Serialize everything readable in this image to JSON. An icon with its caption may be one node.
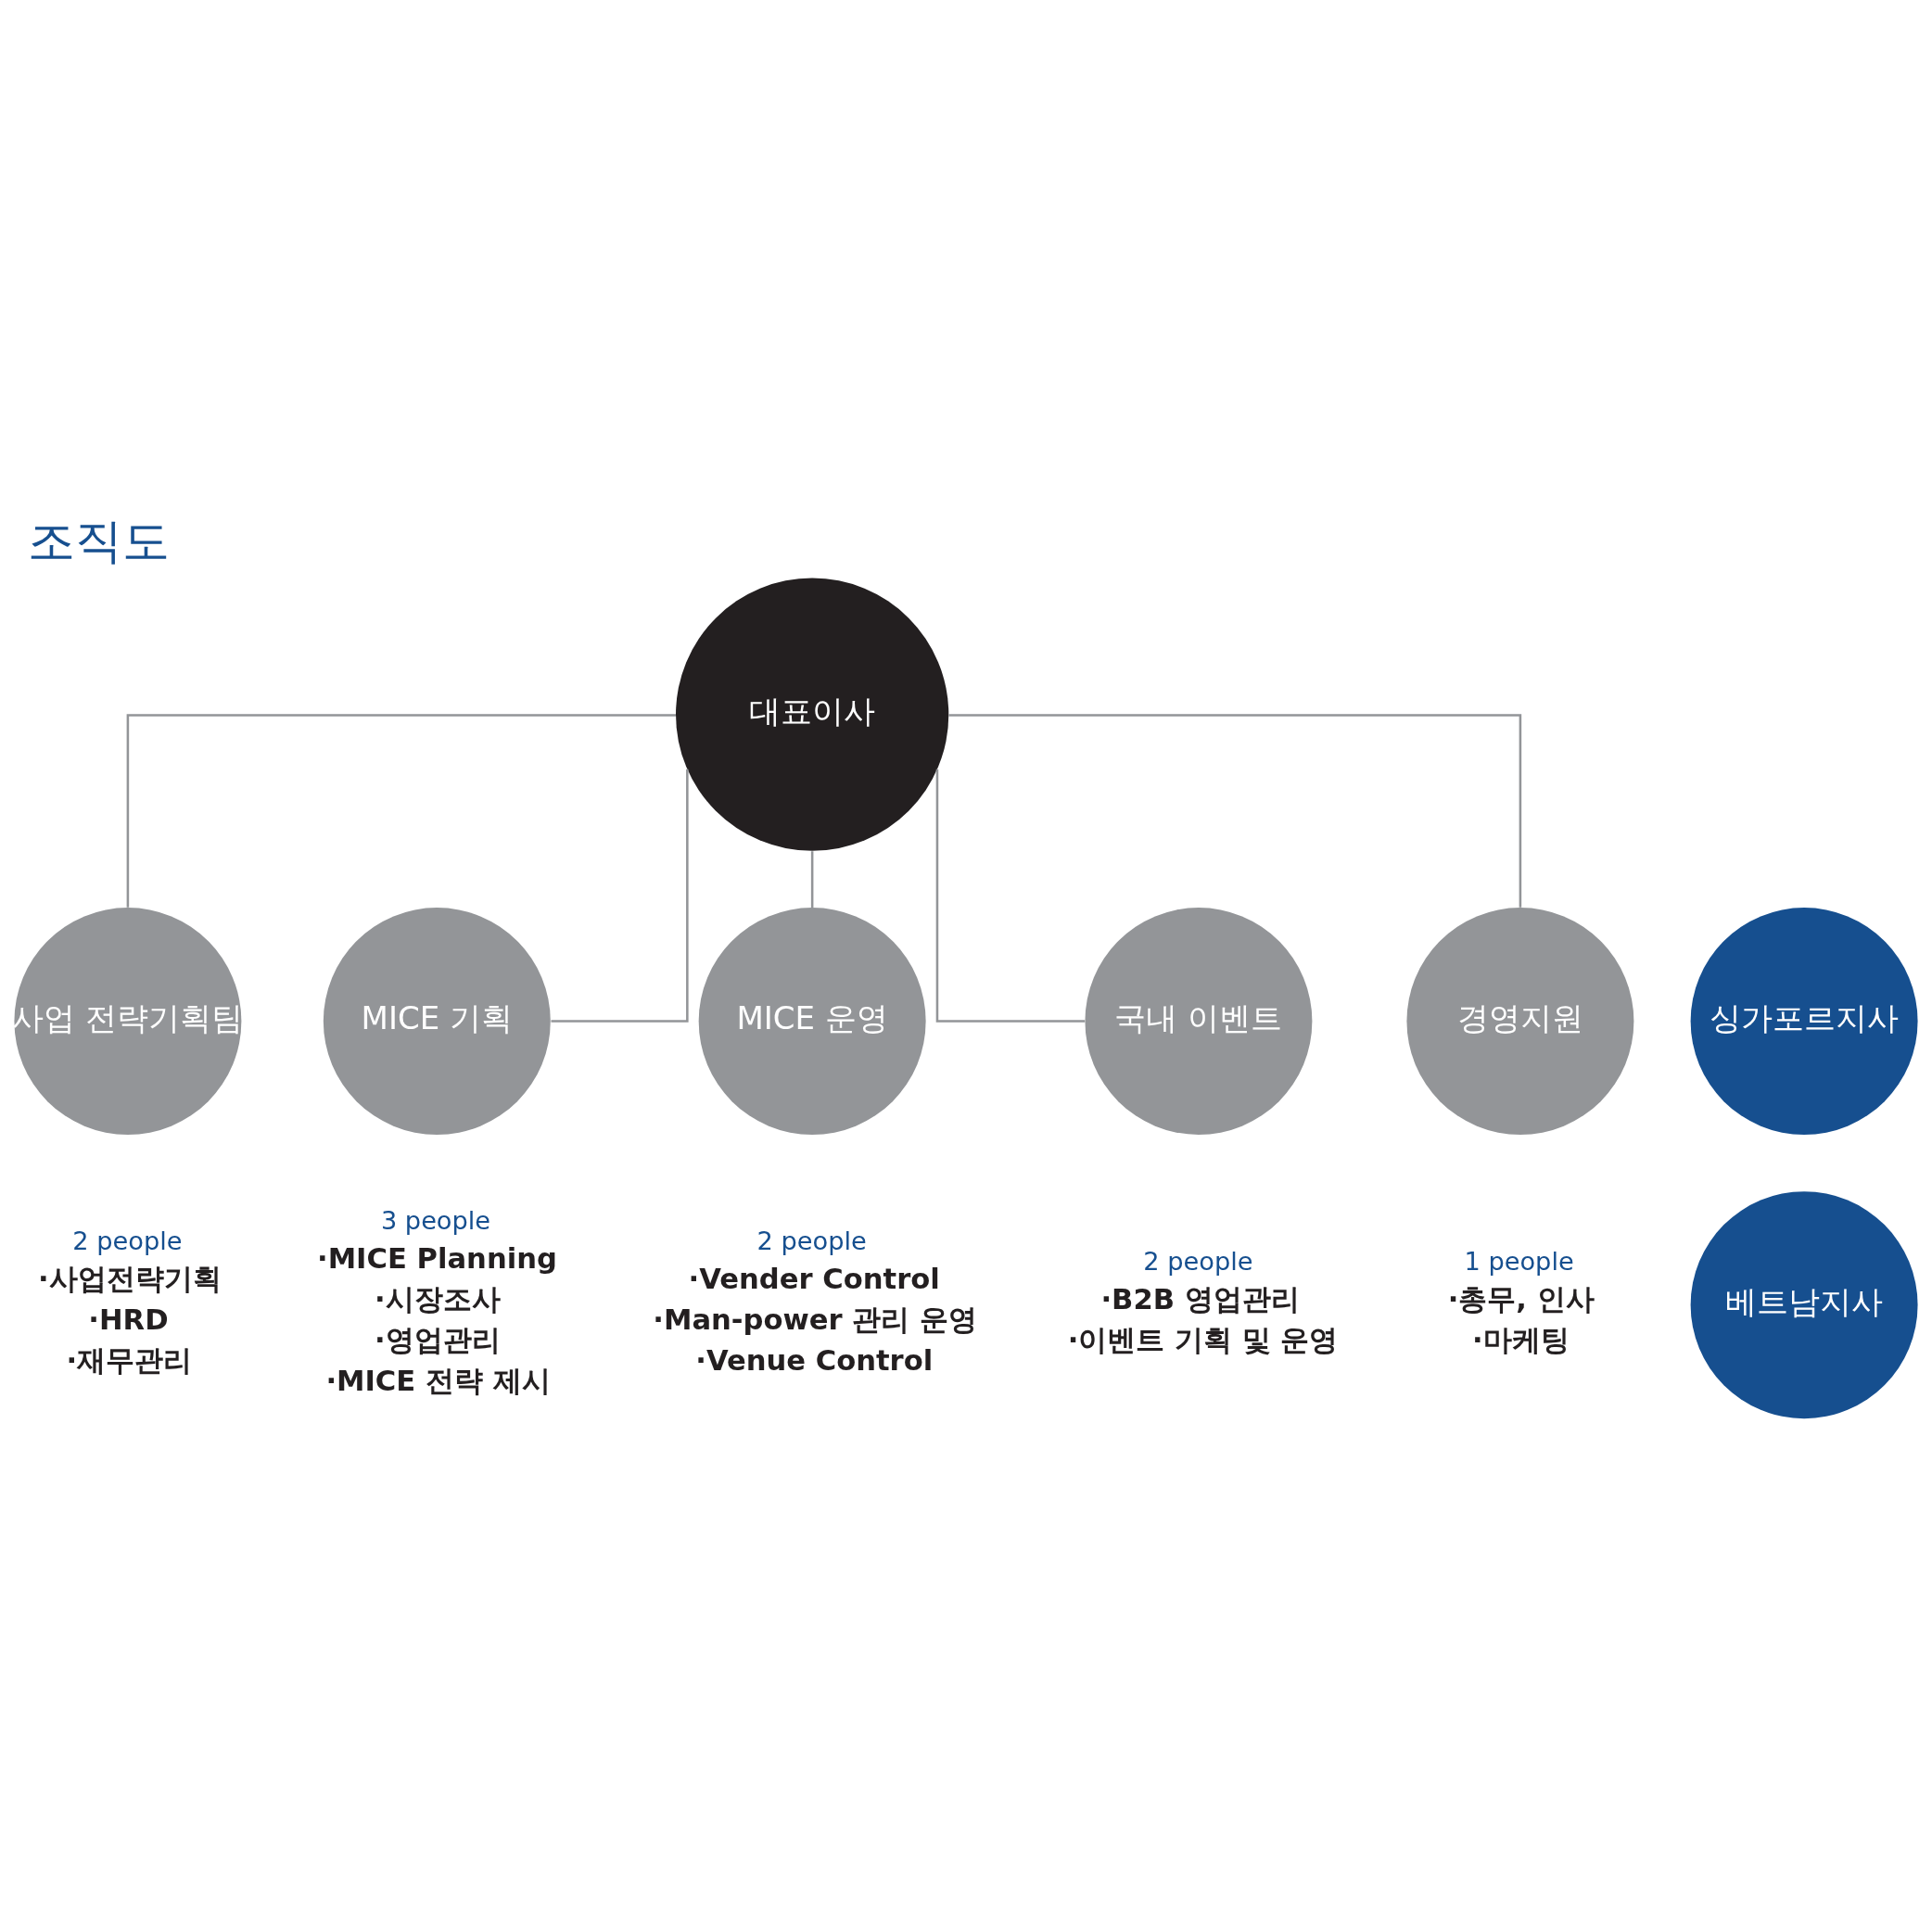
{
  "diagram": {
    "title": "조직도",
    "nodes": [
      {
        "text": [
          "대표이사"
        ]
      },
      {
        "text": [
          "사업 전략기획팀"
        ],
        "beside": [
          "2 people",
          "·사업전략기획",
          "·HRD",
          "·재무관리"
        ]
      },
      {
        "text": [
          "싱가포르지사"
        ]
      },
      {
        "text": [
          "베트남지사"
        ]
      },
      {
        "text": [
          "MICE 기획"
        ],
        "beside": [
          "3 people",
          "·MICE Planning",
          "·시장조사",
          "·영업관리",
          "·MICE 전략 제시"
        ]
      },
      {
        "text": [
          "MICE 운영"
        ],
        "beside": [
          "2 people",
          "·Vender Control",
          "·Man-power 관리 운영",
          "·Venue Control"
        ]
      },
      {
        "text": [
          "국내 이벤트"
        ],
        "beside": [
          "2 people",
          "·B2B 영업관리",
          "·이벤트 기획 및 운영"
        ]
      },
      {
        "text": [
          "경영지원"
        ],
        "beside": [
          "1 people",
          "·총무, 인사",
          "·마케팅"
        ]
      }
    ],
    "edges": [
      {
        "from": 0,
        "to": 1,
        "arrow": "none"
      },
      {
        "from": 0,
        "to": 4,
        "arrow": "none"
      },
      {
        "from": 0,
        "to": 5,
        "arrow": "none"
      },
      {
        "from": 0,
        "to": 6,
        "arrow": "none"
      },
      {
        "from": 0,
        "to": 7,
        "arrow": "none"
      }
    ]
  }
}
